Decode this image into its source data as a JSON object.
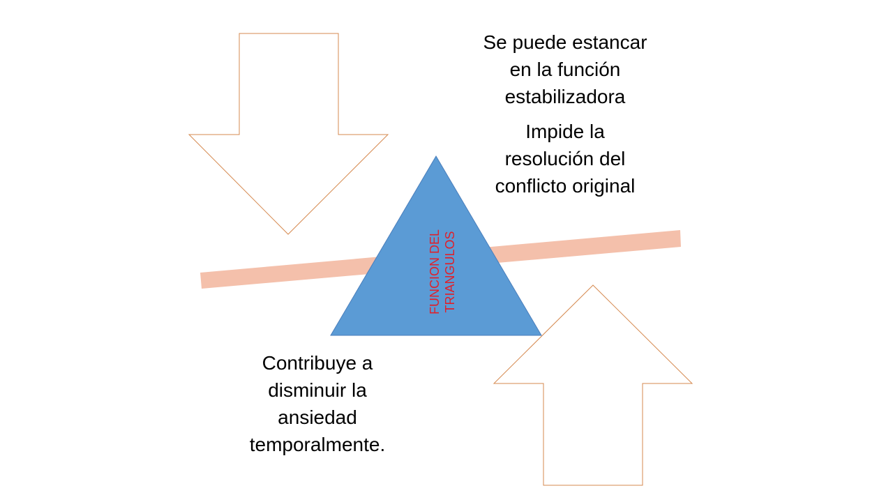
{
  "colors": {
    "arrow_outline": "#d5894f",
    "beam": "#f4c0ab",
    "triangle": "#5b9bd5",
    "triangle_outline": "#4a7ebb",
    "label_text": "#e0202a",
    "body_text": "#000000"
  },
  "shapes": {
    "down_arrow": "down-arrow-icon",
    "up_arrow": "up-arrow-icon",
    "triangle": "triangle-icon",
    "beam": "beam"
  },
  "triangle_label": "FUNCION DEL\nTRIANGULOS",
  "texts": {
    "top_1": "Se puede estancar\nen la función\nestabilizadora",
    "top_2": "Impide la\nresolución del\nconflicto original",
    "bottom": "Contribuye a\ndisminuir la\nansiedad\ntemporalmente."
  }
}
